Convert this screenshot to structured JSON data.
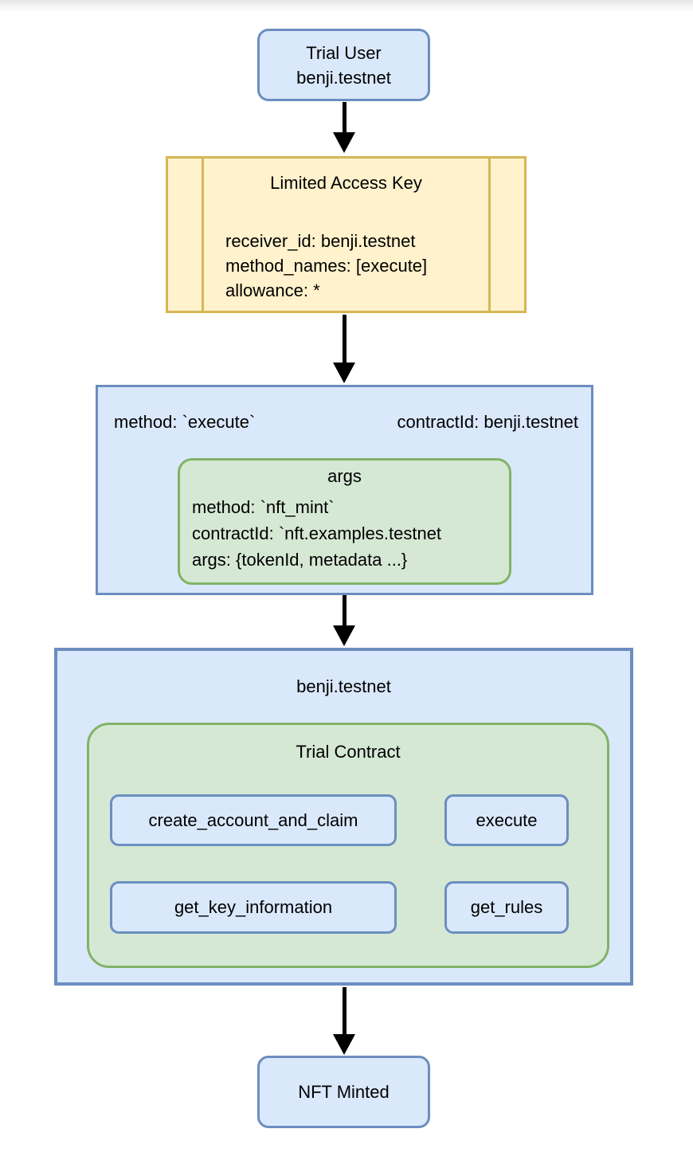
{
  "colors": {
    "blue-fill": "#dae8fc",
    "blue-border": "#6c8ebf",
    "yellow-fill": "#fff2cc",
    "yellow-border": "#d6b656",
    "green-fill": "#d5e8d4",
    "green-border": "#82b366",
    "arrow": "#000000"
  },
  "flow": {
    "trial_user": {
      "title": "Trial User",
      "subtitle": "benji.testnet"
    },
    "access_key": {
      "title": "Limited Access Key",
      "fields": [
        "receiver_id: benji.testnet",
        "method_names: [execute]",
        "allowance: *"
      ]
    },
    "execute_call": {
      "method": "method: `execute`",
      "contract": "contractId: benji.testnet",
      "args": {
        "title": "args",
        "fields": [
          "method: `nft_mint`",
          "contractId: `nft.examples.testnet",
          "args: {tokenId, metadata ...}"
        ]
      }
    },
    "account": {
      "title": "benji.testnet",
      "contract": {
        "title": "Trial Contract",
        "methods": [
          "create_account_and_claim",
          "execute",
          "get_key_information",
          "get_rules"
        ]
      }
    },
    "result": {
      "title": "NFT Minted"
    }
  }
}
